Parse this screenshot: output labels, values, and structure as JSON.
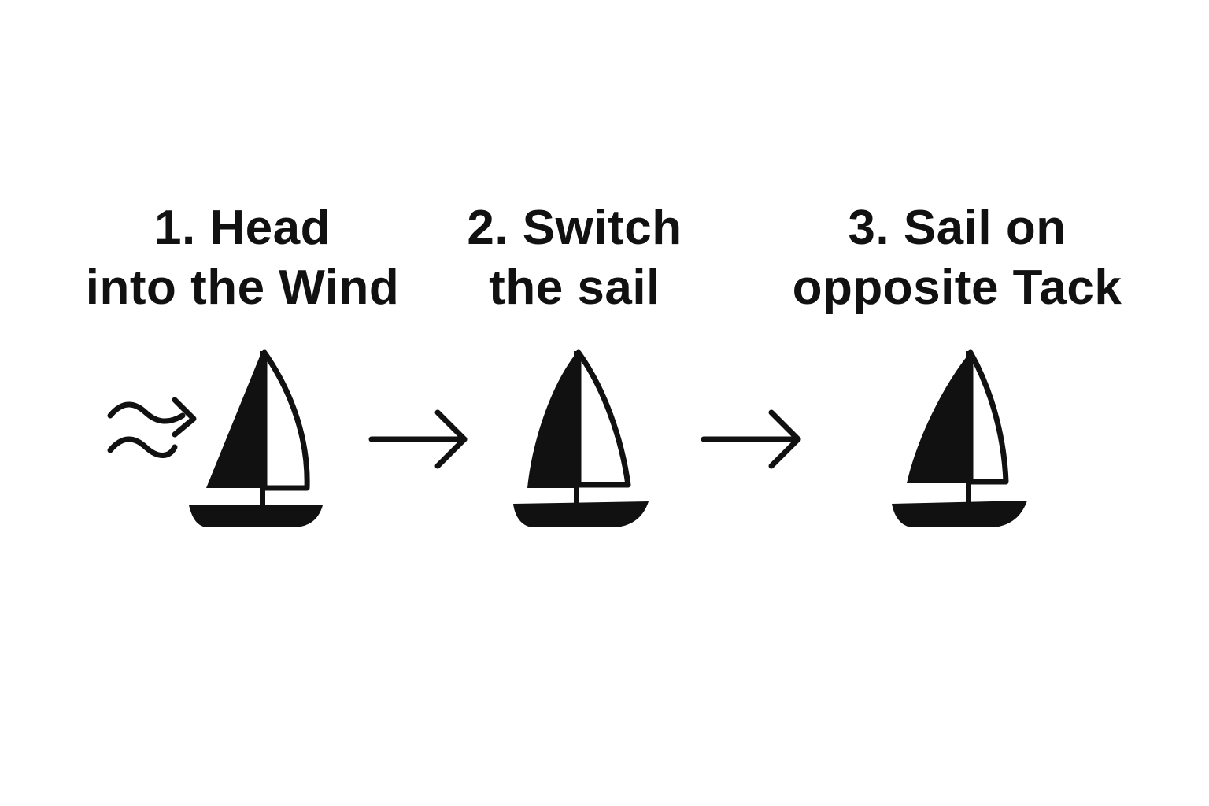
{
  "colors": {
    "ink": "#111111",
    "background": "#ffffff"
  },
  "steps": [
    {
      "line1": "1. Head",
      "line2": "into the Wind",
      "icon": "sailboat-icon"
    },
    {
      "line1": "2. Switch",
      "line2": "the sail",
      "icon": "sailboat-icon"
    },
    {
      "line1": "3. Sail on",
      "line2": "opposite Tack",
      "icon": "sailboat-icon"
    }
  ],
  "wind_icon": "wind-icon",
  "connector_icon": "arrow-right-icon"
}
